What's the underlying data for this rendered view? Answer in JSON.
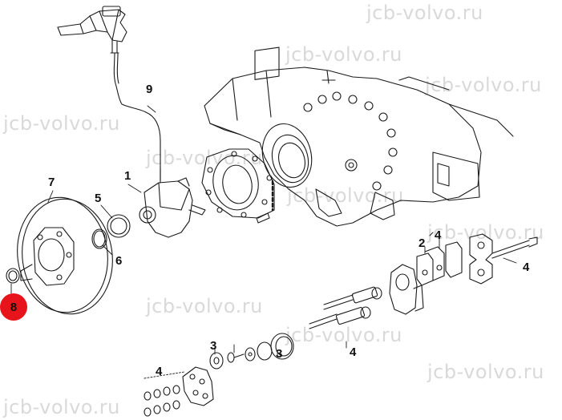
{
  "watermark": "jcb-volvo.ru",
  "callouts": {
    "c1": "1",
    "c2": "2",
    "c3a": "3",
    "c3b": "3",
    "c4a": "4",
    "c4b": "4",
    "c4c": "4",
    "c4d": "4",
    "c5": "5",
    "c6": "6",
    "c7": "7",
    "c9": "9"
  },
  "highlight": {
    "label": "8",
    "color": "#e8141b"
  },
  "colors": {
    "line": "#1a1a1a",
    "wm": "#9a9a9a"
  }
}
